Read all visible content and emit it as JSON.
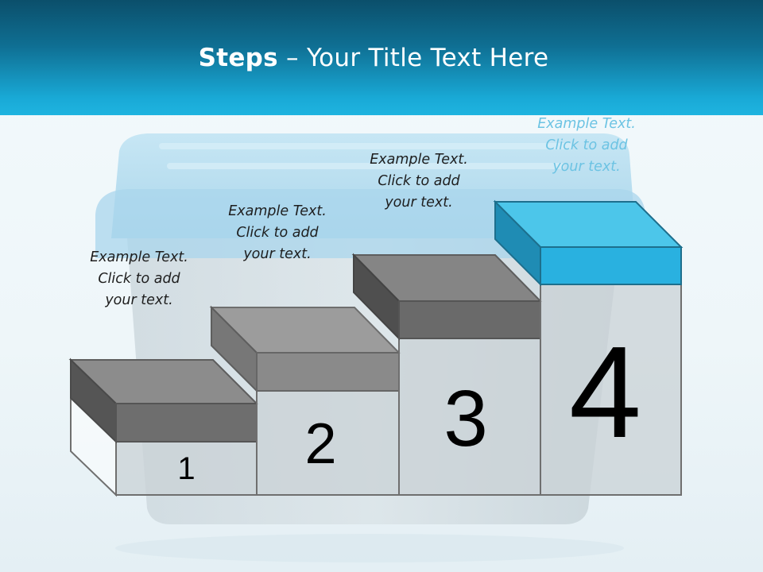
{
  "header": {
    "title_bold": "Steps",
    "title_rest": " – Your Title Text Here"
  },
  "steps": [
    {
      "number": "1",
      "text_lines": [
        "Example Text.",
        "Click  to add",
        "your text."
      ],
      "color": "#6e6e6e"
    },
    {
      "number": "2",
      "text_lines": [
        "Example Text.",
        "Click  to add",
        "your text."
      ],
      "color": "#8a8a8a"
    },
    {
      "number": "3",
      "text_lines": [
        "Example Text.",
        "Click  to add",
        "your text."
      ],
      "color": "#6a6a6a"
    },
    {
      "number": "4",
      "text_lines": [
        "Example Text.",
        "Click  to add",
        "your text."
      ],
      "color": "#29b1e0"
    }
  ],
  "colors": {
    "header_dark": "#0b4f6b",
    "header_light": "#1fb4e0",
    "accent_text": "#6cc3e3",
    "step_fill": "#c9d1d5"
  }
}
